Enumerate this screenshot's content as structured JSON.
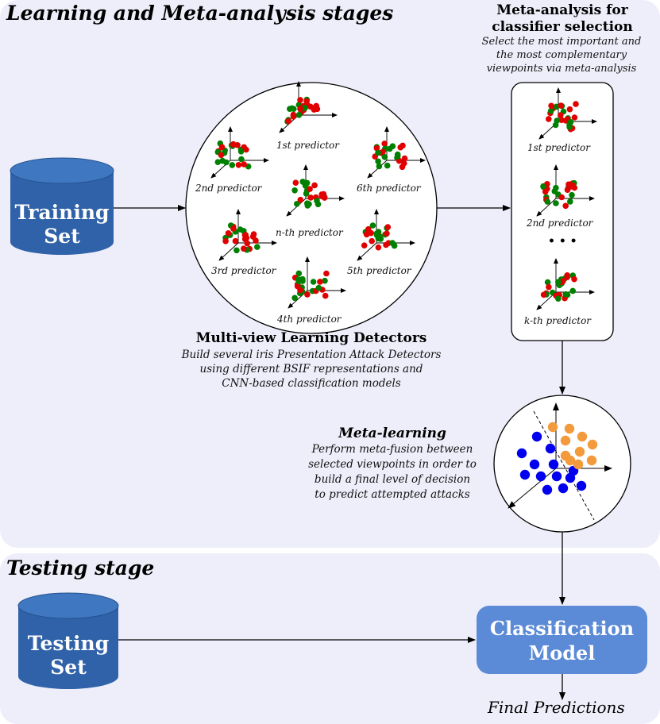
{
  "stages": {
    "learning_title": "Learning and Meta-analysis stages",
    "testing_title": "Testing stage"
  },
  "training_set": {
    "line1": "Training",
    "line2": "Set"
  },
  "testing_set": {
    "line1": "Testing",
    "line2": "Set"
  },
  "multiview": {
    "title": "Multi-view Learning Detectors",
    "desc": [
      "Build several iris Presentation Attack Detectors",
      "using different BSIF representations and",
      "CNN-based classification models"
    ],
    "predictors": [
      "1st predictor",
      "2nd predictor",
      "n-th predictor",
      "6th predictor",
      "3rd predictor",
      "5th predictor",
      "4th predictor"
    ]
  },
  "meta_analysis": {
    "title_line1": "Meta-analysis for",
    "title_line2": "classifier selection",
    "desc": [
      "Select the most important and",
      "the most complementary",
      "viewpoints via meta-analysis"
    ],
    "predictors": [
      "1st predictor",
      "2nd predictor",
      "k-th predictor"
    ],
    "ellipsis": "• • •"
  },
  "meta_learning": {
    "title": "Meta-learning",
    "desc": [
      "Perform meta-fusion between",
      "selected viewpoints  in order to",
      "build a final level of decision",
      "to predict attempted attacks"
    ]
  },
  "classification_model": {
    "line1": "Classification",
    "line2": "Model"
  },
  "final_predictions": "Final Predictions",
  "colors": {
    "panel_bg": "#eeeefa",
    "cylinder": "#2f62a8",
    "cylinder_top": "#3f78c0",
    "model_box": "#5b8ad6",
    "dot_red": "#e00000",
    "dot_green": "#008000",
    "dot_blue": "#0000ee",
    "dot_orange": "#f39a3c"
  }
}
